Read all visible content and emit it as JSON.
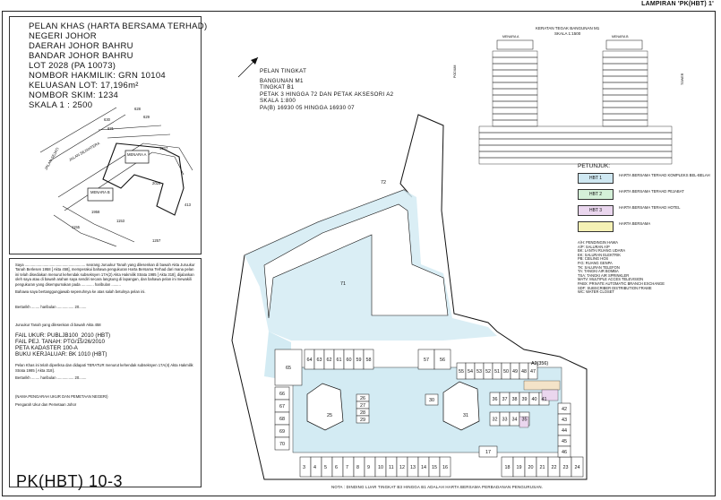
{
  "header": {
    "lampiran": "LAMPIRAN 'PK(HBT) 1'"
  },
  "info": {
    "lines": [
      "PELAN KHAS (HARTA BERSAMA TERHAD)",
      "NEGERI JOHOR",
      "DAERAH JOHOR BAHRU",
      "BANDAR JOHOR BAHRU",
      "LOT 2028 (PA 10073)",
      "NOMBOR HAKMILIK: GRN 10104",
      "KELUASAN LOT: 17,196m²",
      "NOMBOR SKIM: 1234",
      "SKALA 1 : 2500"
    ]
  },
  "ref_map": {
    "labels": [
      "628",
      "630",
      "631",
      "629",
      "1327",
      "2028",
      "1257",
      "1958",
      "1153",
      "1155",
      "MENARA A",
      "MENARA B",
      "JALAN SEJAHTERA",
      "JALAN SEJATI",
      "413"
    ]
  },
  "pelan": {
    "lines": [
      "PELAN TINGKAT",
      "BANGUNAN M1",
      "TINGKAT B1",
      "PETAK 3 HINGGA 72 DAN PETAK AKSESORI A2",
      "SKALA 1:800",
      "PA(B) 16930 05 HINGGA 16930 07"
    ]
  },
  "section": {
    "title": "KERATAN TEGAK BANGUNAN M1",
    "skala": "SKALA 1:1500",
    "tower_a": "MENARA A",
    "tower_b": "MENARA B",
    "left_label": "PODIUM",
    "right_label": "TOWER"
  },
  "legend": {
    "title": "PETUNJUK:",
    "items": [
      {
        "code": "HBT 1",
        "text": "HARTA BERSAMA TERHAD KOMPLEKS BEL-BELAH",
        "color": "#cfe8f2"
      },
      {
        "code": "HBT 2",
        "text": "HARTA BERSAMA TERHAD PEJABAT",
        "color": "#d4f0d8"
      },
      {
        "code": "HBT 3",
        "text": "HARTA BERSAMA TERHAD HOTEL",
        "color": "#ead6ee"
      },
      {
        "code": "",
        "text": "HARTA BERSAMA",
        "color": "#f5f1b5"
      }
    ],
    "abbr": [
      "A/H: PENDINGIN HAWA",
      "A/P: SALURAN A/P",
      "BK: LANTAI RUANG UDARA",
      "EK: SALURAN ELEKTRIK",
      "PB: CEILING HOS",
      "P.G: RUANG GENPA",
      "TK: SALURAN TELEFON",
      "TA: TANGKI AIR BOMBA",
      "TSA: TANGKI AIR SPRINKLER",
      "MATV: MULTIPLE ACCES TELEVISION",
      "PABX: PRIVATE AUTOMATIC BRANCH EXCHANGE",
      "SDF: SUBSCRIBER DISTRIBUTION FRAME",
      "WC: WATER CLOSET"
    ]
  },
  "cert": {
    "p1": "Saya .......................................................... seorang Juruukur Tanah yang dilesenkan di bawah Akta Juruukur Tanah Berlesen 1958 [ Akta 458], memperakui bahawa pengukuran Harta Bersama Terhad dari mana pelan ini telah disediakan menurut kehendak subseksyen 17A(2) Akta Hakmilik Strata 1985 [ Akta 318], dijalankan oleh saya atau di bawah arahan saya sendiri secara langsung di lapangan, dan bahawa pelan ini mewakili pengukuran yang disempurnakan pada ............ haribulan .........",
    "p2": "Bahawa saya bertanggungjawab sepenuhnya ke atas salah betulnya pelan ini.",
    "p3": "Bertarikh ........ haribulan ................ 20.......",
    "p4": "Juruukur Tanah yang dilesenkan di bawah Akta 458",
    "fail": [
      "FAIL UKUR: PUBLJB100_2010 (HBT)",
      "FAIL PEJ. TANAH: PTG/15/26/2010",
      "PETA KADASTER 100-A",
      "BUKU KERJALUAR: BK 1010 (HBT)"
    ],
    "p5": "Pelan Khas ini telah diperiksa dan didapati TERATUR menurut kehendak subseksyen 17A(4) Akta Hakmilik Strata 1985 [ Akta 318].",
    "p6": "Bertarikh ........ haribulan ................ 20.......",
    "p7": "(NAMA PENGARAH UKUR DAN PEMETAAN NEGERI)",
    "p8": "Pengarah Ukur dan Pemetaan Johor"
  },
  "plan_no": "PK(HBT) 10-3",
  "note": "NOTA : DINDING LUAR TINGKAT B3 HINGGA B1 ADALAH HARTA BERSAMA PERBADANAN PENGURUSAN.",
  "units": [
    "72",
    "71",
    "65",
    "64",
    "63",
    "62",
    "61",
    "60",
    "59",
    "58",
    "57",
    "56",
    "55",
    "54",
    "53",
    "52",
    "51",
    "50",
    "49",
    "48",
    "47",
    "46",
    "45",
    "44",
    "43",
    "42",
    "41",
    "40",
    "39",
    "38",
    "37",
    "36",
    "35",
    "34",
    "33",
    "32",
    "31",
    "30",
    "29",
    "28",
    "27",
    "26",
    "25",
    "24",
    "23",
    "22",
    "21",
    "20",
    "19",
    "18",
    "17",
    "16",
    "15",
    "14",
    "13",
    "12",
    "11",
    "10",
    "9",
    "8",
    "7",
    "6",
    "5",
    "4",
    "3",
    "66",
    "67",
    "68",
    "69",
    "70"
  ],
  "accessory": "A2(356)"
}
